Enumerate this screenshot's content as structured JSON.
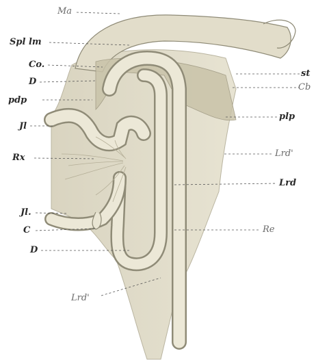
{
  "figure": {
    "labels_left": {
      "ma": "Ma",
      "spl_lm": "Spl lm",
      "co": "Co.",
      "d_top": "D",
      "pdp": "pdp",
      "jl_top": "Jl",
      "rx": "Rx",
      "jl_bottom": "Jl.",
      "c": "C",
      "d_bottom": "D"
    },
    "labels_right": {
      "st": "st",
      "cb": "Cb",
      "plp": "plp",
      "lrd_upper": "Lrd'",
      "lrd_middle": "Lrd",
      "re": "Re"
    },
    "labels_bottom": {
      "lrd_lower": "Lrd'"
    }
  }
}
